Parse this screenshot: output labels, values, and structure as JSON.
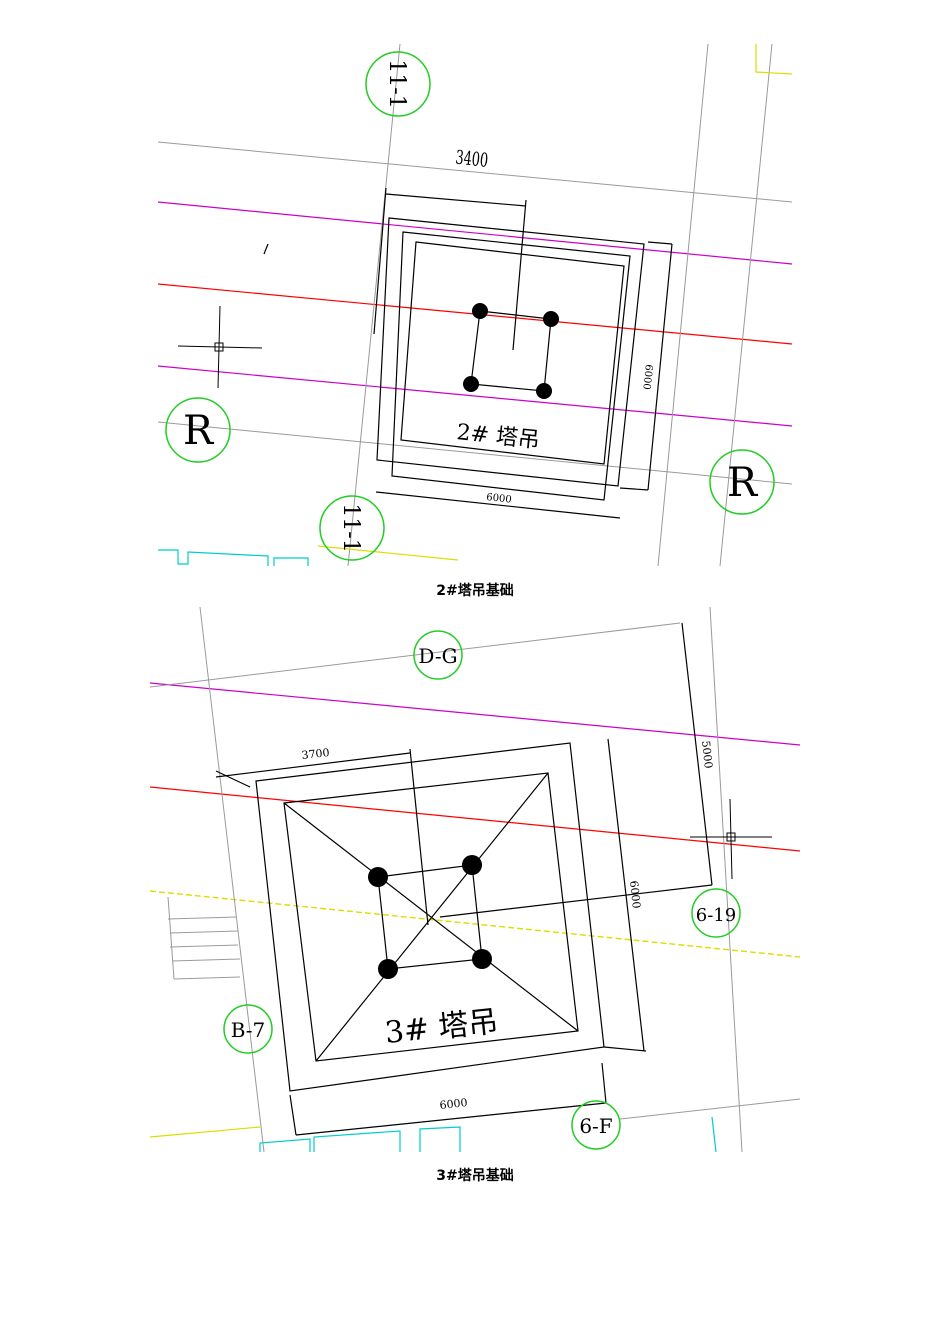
{
  "drawings": [
    {
      "caption": "2#塔吊基础",
      "crane_label": "2#  塔吊",
      "dims": {
        "top": "3400",
        "right": "6000",
        "bottom": "6000"
      },
      "axis_bubbles": {
        "top": "11-1",
        "bottom": "11-1",
        "left": "R",
        "right": "R"
      }
    },
    {
      "caption": "3#塔吊基础",
      "crane_label": "3#  塔吊",
      "dims": {
        "top": "3700",
        "right": "6000",
        "bottom": "6000",
        "offset": "5000"
      },
      "axis_bubbles": {
        "top": "D-G",
        "left": "B-7",
        "right": "6-19",
        "bottom": "6-F"
      }
    }
  ],
  "colors": {
    "red_line": "#ff0000",
    "magenta_line": "#cc00cc",
    "yellow_line": "#dddd00",
    "cyan_line": "#00cccc",
    "axis_bubble": "#22cc22",
    "grid_line": "#9a9a9a"
  }
}
